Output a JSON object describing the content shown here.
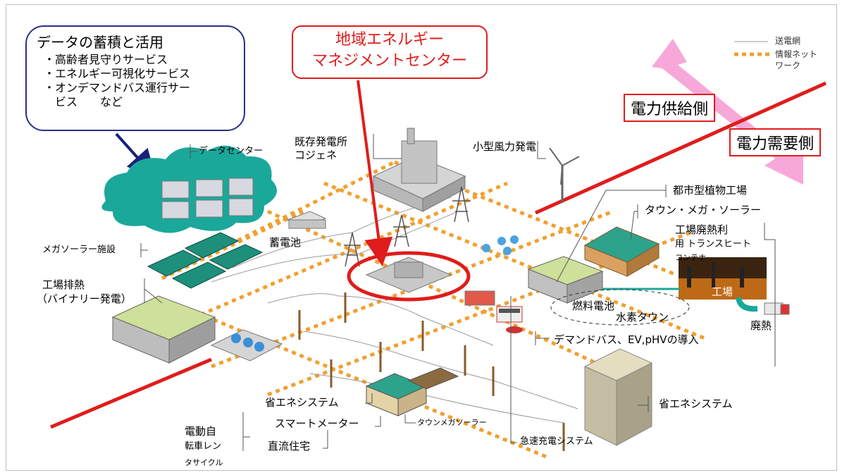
{
  "data_box": {
    "title": "データの蓄積と活用",
    "items": [
      "・高齢者見守りサービス",
      "・エネルギー可視化サービス",
      "・オンデマンドバス運行サー",
      "　ビス　　など"
    ]
  },
  "center_box": {
    "line1": "地域エネルギー",
    "line2": "マネジメントセンター"
  },
  "legend": {
    "grid": "送電網",
    "info1": "情報ネット",
    "info2": "ワーク"
  },
  "supply_side": "電力供給側",
  "demand_side": "電力需要側",
  "labels": {
    "data_center": "データセンター",
    "existing_plant1": "既存発電所",
    "existing_plant2": "コジェネ",
    "wind": "小型風力発電",
    "plant_factory": "都市型植物工場",
    "town_solar": "タウン・メガ・ソーラー",
    "waste_heat1": "工場廃熱利",
    "waste_heat2": "用 トランスヒート",
    "waste_heat3": "コンテナ",
    "storage": "蓄電池",
    "mega_solar": "メガソーラー施設",
    "factory_heat1": "工場排熱",
    "factory_heat2": "（バイナリー発電）",
    "fuel_cell": "燃料電池",
    "hydrogen_town": "水素タウン",
    "factory": "工場",
    "waste_heat": "廃熱",
    "demand_bus": "デマンドバス、EV,pHVの導入",
    "energy_sys_left": "省エネシステム",
    "smart_meter": "スマートメーター",
    "town_mega_solar": "タウンメガソーラー",
    "dc_house": "直流住宅",
    "ebike1": "電動自",
    "ebike2": "転車レン",
    "ebike3": "タサイクル",
    "rapid_charge": "急速充電システム",
    "energy_sys_right": "省エネシステム"
  },
  "colors": {
    "accent_red": "#e01c1c",
    "navy": "#2b2e8c",
    "network_orange": "#f0a030",
    "cloud_teal": "#1aa89a",
    "arrow_pink": "#f7a8d8"
  }
}
